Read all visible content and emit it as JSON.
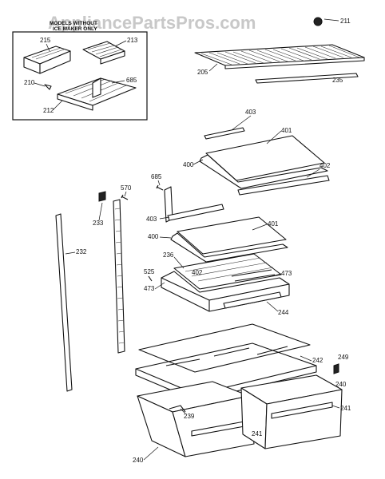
{
  "watermark": "AppliancePartsPros.com",
  "inset": {
    "title": "MODELS WITHOUT",
    "subtitle": "ICE MAKER ONLY",
    "labels": {
      "p215": "215",
      "p213": "213",
      "p210": "210",
      "p685": "685",
      "p212": "212"
    }
  },
  "callouts": {
    "p211": "211",
    "p205": "205",
    "p235": "235",
    "p403a": "403",
    "p401a": "401",
    "p400a": "400",
    "p402a": "402",
    "p685": "685",
    "p570": "570",
    "p233": "233",
    "p232": "232",
    "p403b": "403",
    "p401b": "401",
    "p400b": "400",
    "p236": "236",
    "p402b": "402",
    "p473a": "473",
    "p525": "525",
    "p473b": "473",
    "p244": "244",
    "p242": "242",
    "p249": "249",
    "p240a": "240",
    "p241a": "241",
    "p239": "239",
    "p241b": "241",
    "p240b": "240"
  }
}
